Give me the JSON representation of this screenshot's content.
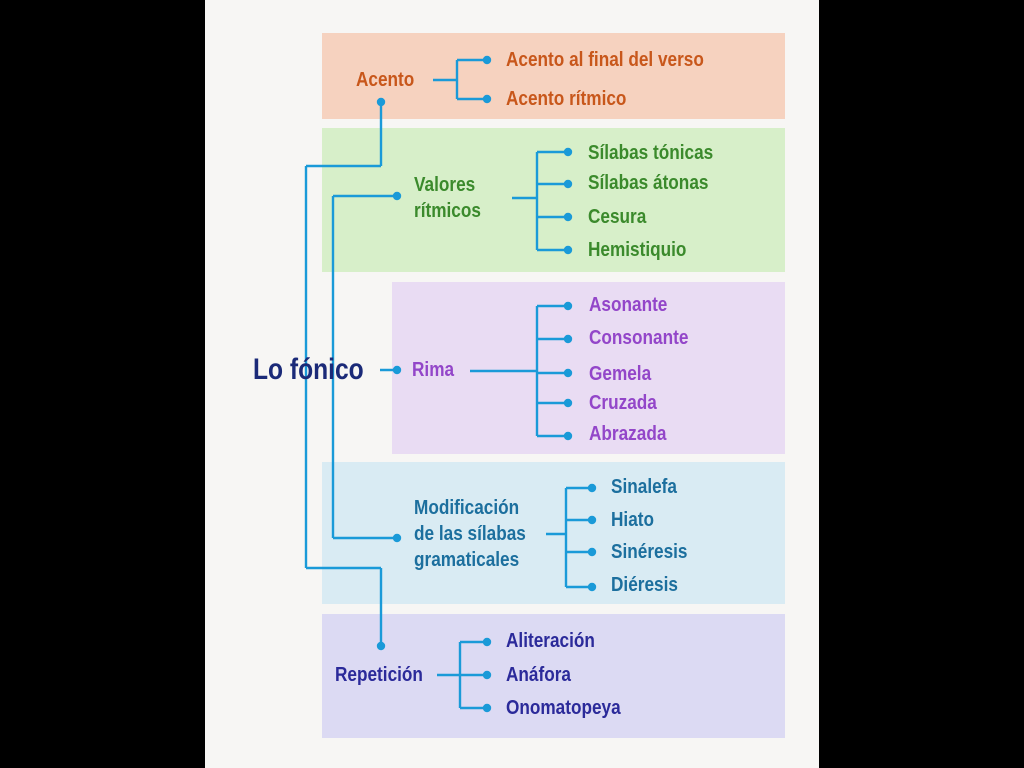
{
  "colors": {
    "line": "#1a9ad8",
    "root": "#1b2a78"
  },
  "root": {
    "label": "Lo fónico"
  },
  "branches": [
    {
      "id": "acento",
      "label": "Acento",
      "color": "#c8571b",
      "band": "#f6d2bf",
      "items": [
        "Acento al  final del verso",
        "Acento rítmico"
      ]
    },
    {
      "id": "valores",
      "label": "Valores\nrítmicos",
      "color": "#3b8a2c",
      "band": "#d7efc9",
      "items": [
        "Sílabas tónicas",
        "Sílabas átonas",
        "Cesura",
        "Hemistiquio"
      ]
    },
    {
      "id": "rima",
      "label": "Rima",
      "color": "#9346c9",
      "band": "#e9dcf3",
      "items": [
        "Asonante",
        "Consonante",
        "Gemela",
        "Cruzada",
        "Abrazada"
      ]
    },
    {
      "id": "modif",
      "label": "Modificación\nde las sílabas\ngramaticales",
      "color": "#1c6f9e",
      "band": "#d9ebf3",
      "items": [
        "Sinalefa",
        "Hiato",
        "Sinéresis",
        "Diéresis"
      ]
    },
    {
      "id": "repeticion",
      "label": "Repetición",
      "color": "#2b2a9a",
      "band": "#dcdaf3",
      "items": [
        "Aliteración",
        "Anáfora",
        "Onomatopeya"
      ]
    }
  ]
}
